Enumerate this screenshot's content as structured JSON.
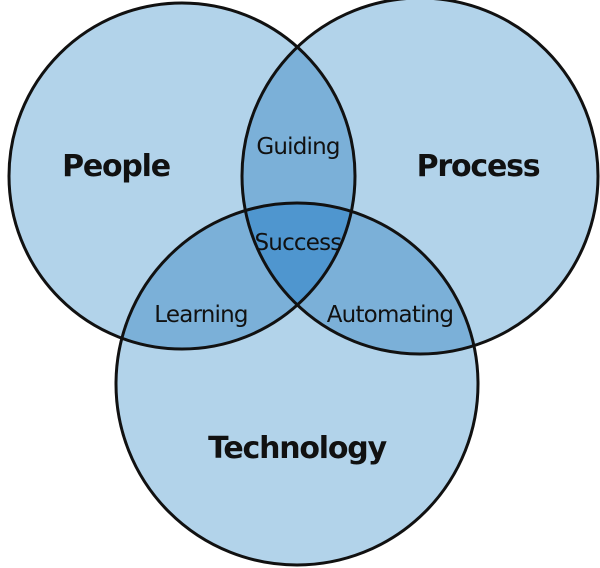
{
  "venn": {
    "sets": [
      {
        "id": "people",
        "label": "People"
      },
      {
        "id": "process",
        "label": "Process"
      },
      {
        "id": "technology",
        "label": "Technology"
      }
    ],
    "intersections": {
      "people_process": "Guiding",
      "people_technology": "Learning",
      "process_technology": "Automating",
      "all": "Success"
    }
  },
  "colors": {
    "circle": "#b2d3ea",
    "pair_overlap": "#7bb0d8",
    "center_overlap": "#4f96cf",
    "outline": "#111111"
  }
}
